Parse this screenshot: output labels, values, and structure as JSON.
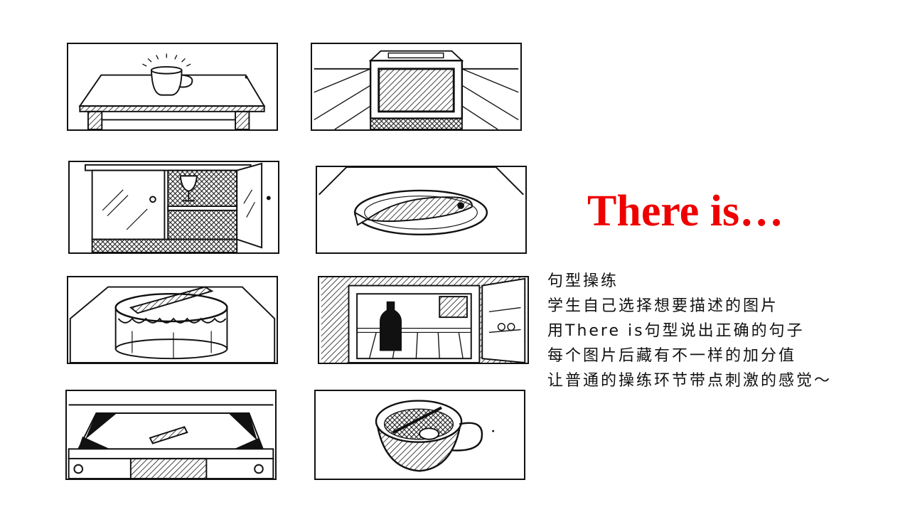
{
  "slide": {
    "title": "There is…",
    "lines": [
      "句型操练",
      "学生自己选择想要描述的图片",
      "用There is句型说出正确的句子",
      "每个图片后藏有不一样的加分值",
      "让普通的操练环节带点刺激的感觉～"
    ]
  },
  "pictures": [
    {
      "icon": "cup-on-table-icon"
    },
    {
      "icon": "tv-set-icon"
    },
    {
      "icon": "cupboard-with-glass-icon"
    },
    {
      "icon": "fish-on-plate-icon"
    },
    {
      "icon": "cake-with-knife-icon"
    },
    {
      "icon": "fridge-with-bottle-icon"
    },
    {
      "icon": "pencil-on-desk-icon"
    },
    {
      "icon": "spoon-in-cup-icon"
    }
  ],
  "colors": {
    "title": "#ee0000",
    "text": "#111111",
    "ink": "#111111"
  }
}
